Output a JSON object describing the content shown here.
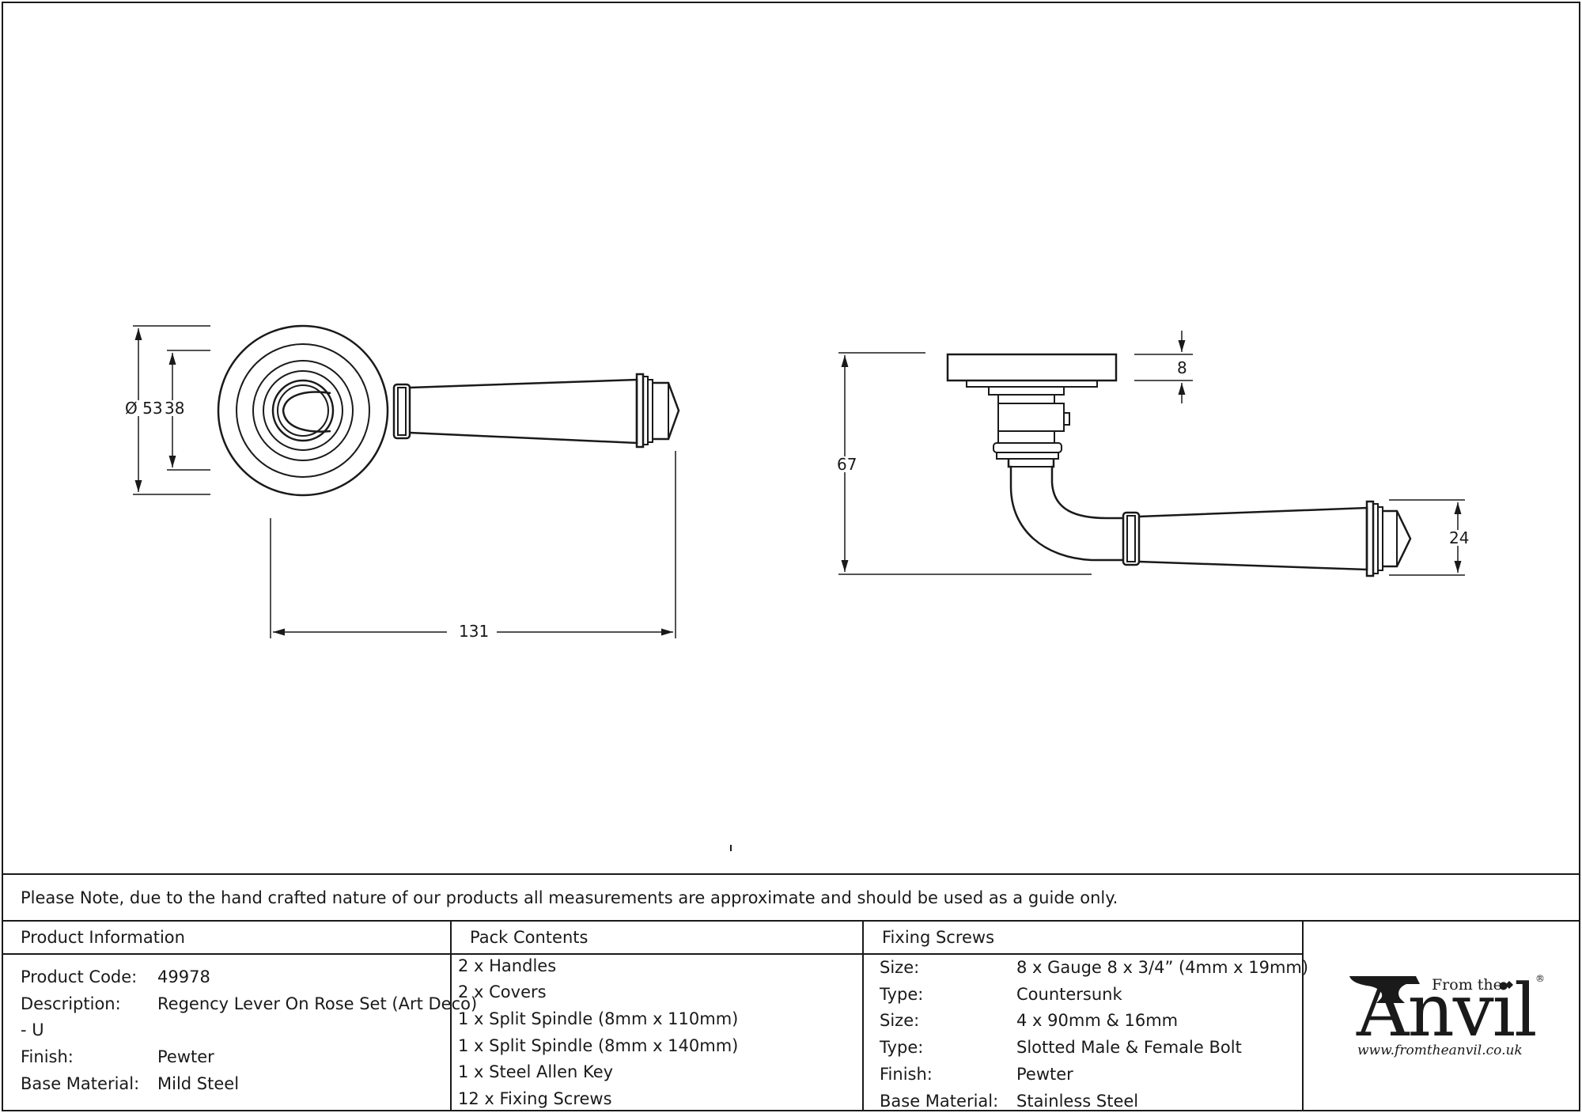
{
  "drawing": {
    "front_view": {
      "dia_outer": "Ø 53",
      "dia_inner": "38",
      "length": "131"
    },
    "side_view": {
      "height": "67",
      "rose_thickness": "8",
      "lever_height": "24"
    }
  },
  "note": "Please Note, due to the hand crafted nature of our products all measurements are approximate and should be used as a guide only.",
  "product_information": {
    "title": "Product Information",
    "rows": [
      {
        "label": "Product Code:",
        "value": "49978"
      },
      {
        "label": "Description:",
        "value": "Regency Lever On Rose Set (Art Deco)"
      },
      {
        "label": "",
        "value": "- U"
      },
      {
        "label": "Finish:",
        "value": "Pewter"
      },
      {
        "label": "Base Material:",
        "value": "Mild Steel"
      }
    ]
  },
  "pack_contents": {
    "title": "Pack Contents",
    "items": [
      "2 x Handles",
      "2 x Covers",
      "1 x Split Spindle (8mm x 110mm)",
      "1 x Split Spindle (8mm x 140mm)",
      "1 x Steel Allen Key",
      "12 x Fixing Screws"
    ]
  },
  "fixing_screws": {
    "title": "Fixing Screws",
    "rows": [
      {
        "label": "Size:",
        "value": "8 x Gauge 8 x 3/4” (4mm x 19mm)"
      },
      {
        "label": "Type:",
        "value": "Countersunk"
      },
      {
        "label": "Size:",
        "value": "4 x 90mm & 16mm"
      },
      {
        "label": "Type:",
        "value": "Slotted Male & Female Bolt"
      },
      {
        "label": "Finish:",
        "value": "Pewter"
      },
      {
        "label": "Base Material:",
        "value": "Stainless Steel"
      }
    ]
  },
  "logo": {
    "from_the": "From the",
    "anvil": "Anvil",
    "registered": "®",
    "url": "www.fromtheanvil.co.uk"
  },
  "colors": {
    "line": "#1a1a1a",
    "background": "#ffffff"
  }
}
